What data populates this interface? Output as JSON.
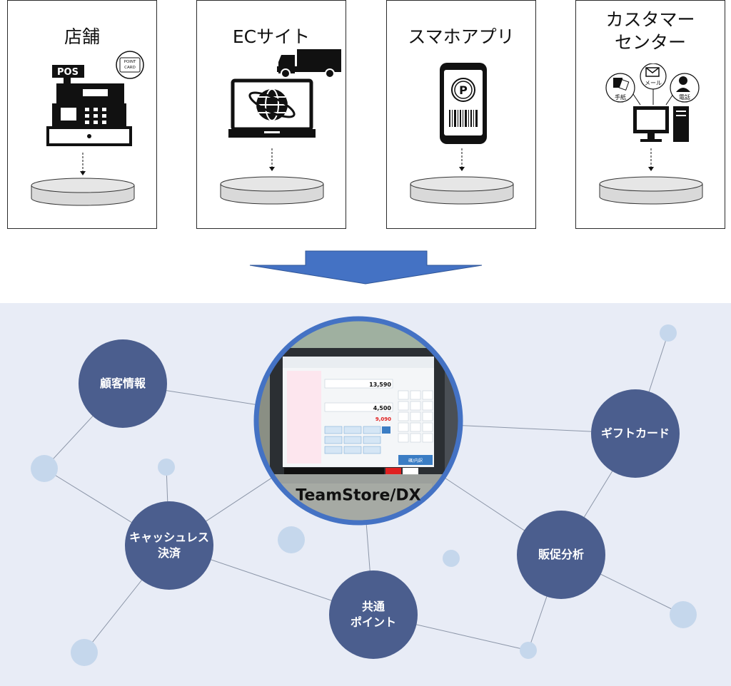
{
  "sources": [
    {
      "title": "店舗",
      "icon": "cash-register-icon",
      "badge": "POS",
      "card_line1": "POINT",
      "card_line2": "CARD"
    },
    {
      "title": "ECサイト",
      "icon": "laptop-globe-icon"
    },
    {
      "title": "スマホアプリ",
      "icon": "smartphone-barcode-icon",
      "symbol": "P"
    },
    {
      "title_line1": "カスタマー",
      "title_line2": "センター",
      "icon": "computer-contact-icon",
      "contact_letter": "手紙",
      "contact_mail": "メール",
      "contact_phone": "電話"
    }
  ],
  "center": {
    "label": "TeamStore/DX"
  },
  "nodes": [
    {
      "label": "顧客情報"
    },
    {
      "label_line1": "キャッシュレス",
      "label_line2": "決済"
    },
    {
      "label_line1": "共通",
      "label_line2": "ポイント"
    },
    {
      "label": "販促分析"
    },
    {
      "label": "ギフトカード"
    }
  ],
  "screen": {
    "amount1": "13,590",
    "amount2": "4,500",
    "amount3": "9,090",
    "confirm": "確/内訳"
  },
  "colors": {
    "node_fill": "#4b5e8e",
    "center_ring": "#4472c4",
    "arrow": "#4472c4",
    "bottom_bg": "#e8ecf6",
    "small_dot": "#c5d7ec"
  }
}
